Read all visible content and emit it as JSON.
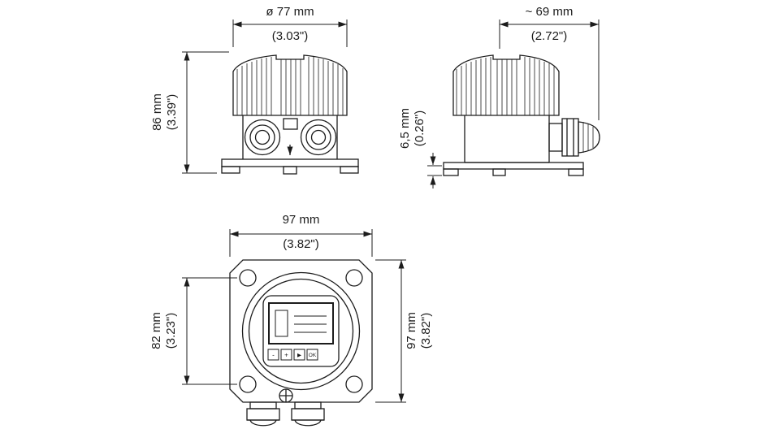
{
  "page": {
    "background": "#ffffff",
    "line_color": "#1c1c1c",
    "description": "Dimensional drawing of transmitter housing, three views"
  },
  "views": {
    "front": {
      "dim_width": {
        "mm": "ø 77 mm",
        "inch": "(3.03\")"
      },
      "dim_height": {
        "mm": "86 mm",
        "inch": "(3.39\")"
      }
    },
    "side": {
      "dim_width": {
        "mm": "~ 69 mm",
        "inch": "(2.72\")"
      },
      "dim_base": {
        "mm": "6,5 mm",
        "inch": "(0.26\")"
      }
    },
    "top": {
      "dim_width": {
        "mm": "97 mm",
        "inch": "(3.82\")"
      },
      "dim_height_left": {
        "mm": "82 mm",
        "inch": "(3.23\")"
      },
      "dim_height_right": {
        "mm": "97 mm",
        "inch": "(3.82\")"
      },
      "display_buttons": [
        "-",
        "+",
        "▶",
        "OK"
      ]
    }
  }
}
